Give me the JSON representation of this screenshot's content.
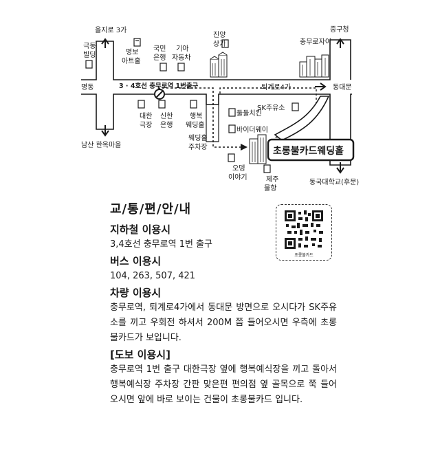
{
  "map": {
    "labels": {
      "euljiro3ga": "을지로 3가",
      "gukdong1": "극동",
      "gukdong2": "빌딩",
      "myeongbo1": "명보",
      "myeongbo2": "아트홀",
      "gukmin1": "국민",
      "gukmin2": "은행",
      "kia1": "기아",
      "kia2": "자동차",
      "jinyang1": "진양",
      "jinyang2": "상가",
      "chungmuro_xi": "충무로자이",
      "junggu": "중구청",
      "myeongdong": "명동",
      "station_exit": "3 · 4호선  충무로역  1번출구",
      "toegyero": "퇴계로4가",
      "dongdaemun": "동대문",
      "daehan1": "대한",
      "daehan2": "극장",
      "shinhan1": "신한",
      "shinhan2": "은행",
      "haengbok1": "행복",
      "haengbok2": "웨딩홀",
      "dooldool": "둘둘치킨",
      "sk_gas": "SK주유소",
      "buyer_way": "바이더웨이",
      "wedding_parking1": "웨딩홀",
      "wedding_parking2": "주차장",
      "namsan": "남산  한옥마을",
      "odeng1": "오뎅",
      "odeng2": "이야기",
      "jeju1": "제주",
      "jeju2": "물항",
      "dongguk": "동국대학교(후문)",
      "destination": "초롱불카드웨딩홀"
    }
  },
  "info": {
    "title": "교/통/편/안/내",
    "subway_heading": "지하철 이용시",
    "subway_text": "3,4호선 충무로역 1번 출구",
    "bus_heading": "버스 이용시",
    "bus_text": "104, 263, 507, 421",
    "car_heading": "차량 이용시",
    "car_text": "충무로역, 퇴계로4가에서 동대문 방면으로 오시다가 SK주유소를 끼고 우회전 하셔서 200M 쯤 들어오시면 우측에 초롱불카드가 보입니다.",
    "walk_heading": "[도보 이용시]",
    "walk_text": "충무로역 1번 출구 대한극장 옆에 행복예식장을 끼고 돌아서 행복예식장 주차장 간판 맞은편 편의점 옆 골목으로 쭉 들어오시면 앞에 바로 보이는 건물이 초롱불카드 입니다.",
    "qr_caption": "초롱불카드"
  }
}
